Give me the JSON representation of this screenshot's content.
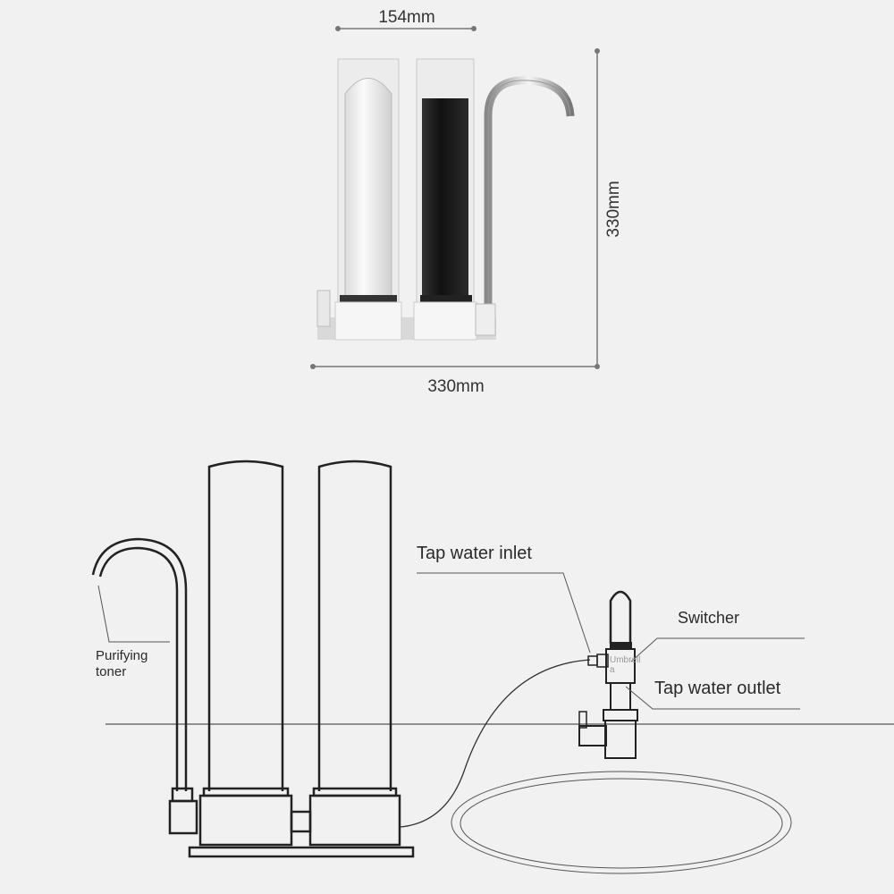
{
  "dimensions": {
    "top_width": "154mm",
    "height": "330mm",
    "bottom_width": "330mm"
  },
  "labels": {
    "tap_water_inlet": "Tap water inlet",
    "switcher": "Switcher",
    "tap_water_outlet": "Tap water outlet",
    "purifying_toner_line1": "Purifying",
    "purifying_toner_line2": "toner",
    "umbrella_line1": "Umbrell",
    "umbrella_line2": "a"
  },
  "colors": {
    "background": "#f1f1f1",
    "line": "#222222",
    "filter_dark": "#1c1c1c"
  }
}
